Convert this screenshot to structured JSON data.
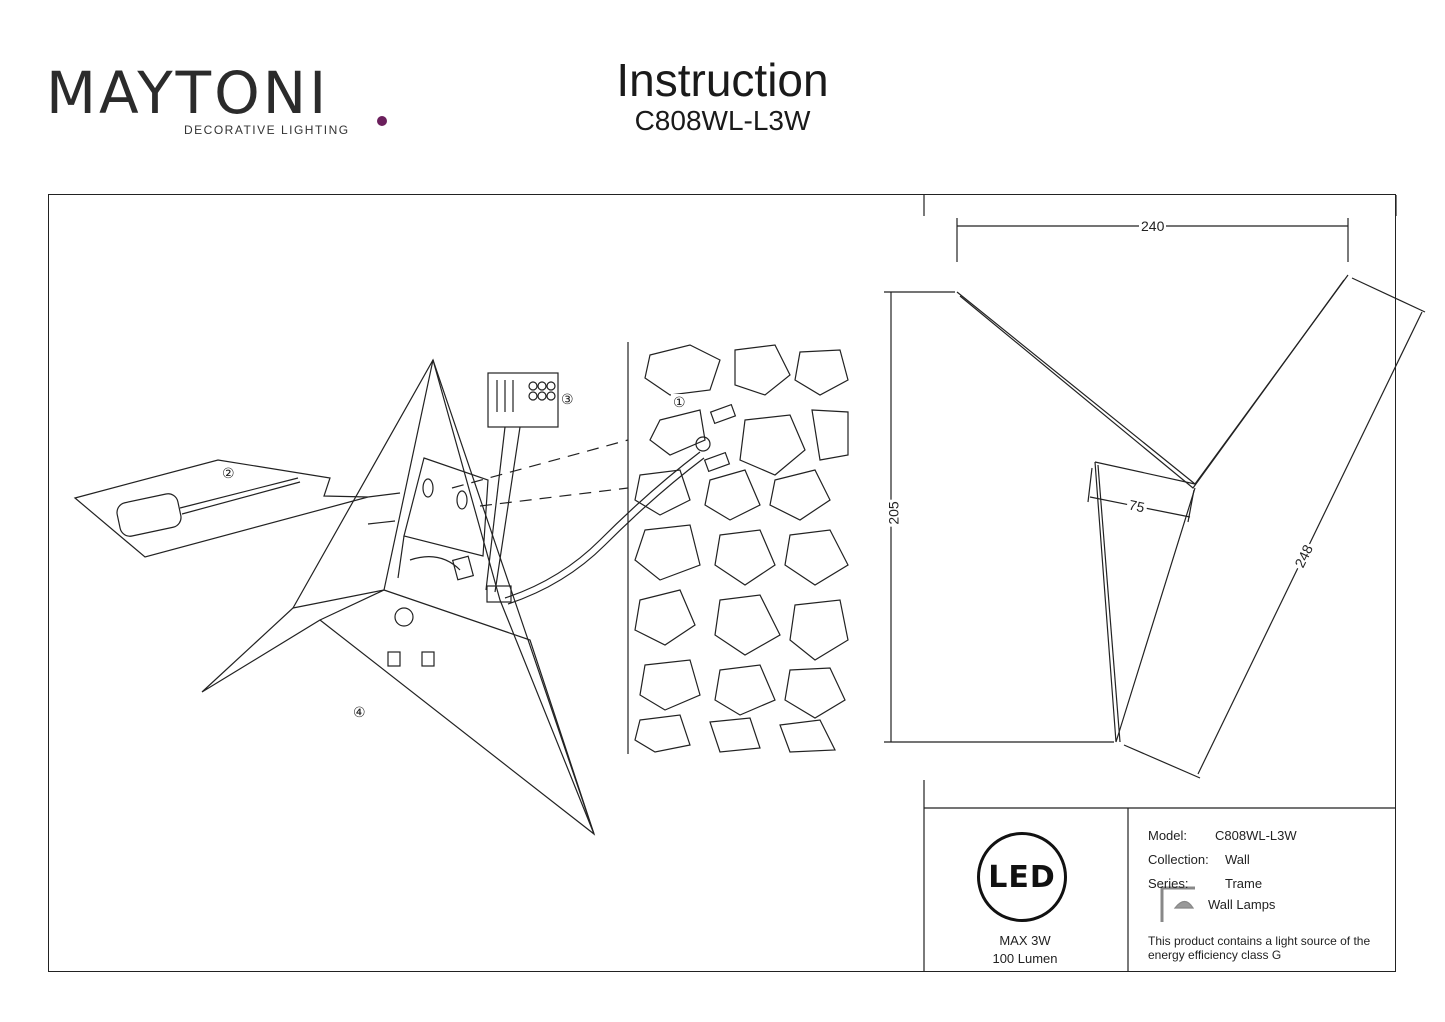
{
  "brand": {
    "name_prefix": "MAYTON",
    "name_suffix": "I",
    "tagline": "DECORATIVE LIGHTING",
    "accent_color": "#6b1f5c"
  },
  "header": {
    "title": "Instruction",
    "model": "C808WL-L3W"
  },
  "dimensions": {
    "width": "240",
    "height": "205",
    "depth": "75",
    "diagonal": "248"
  },
  "steps": {
    "step1": "①",
    "step2": "②",
    "step3": "③",
    "step4": "④"
  },
  "specs": {
    "led_label": "LED",
    "max_power": "MAX 3W",
    "lumen": "100 Lumen",
    "model_label": "Model:",
    "model_value": "C808WL-L3W",
    "collection_label": "Collection:",
    "collection_value": "Wall",
    "series_label": "Series:",
    "series_value": "Trame",
    "category": "Wall Lamps",
    "energy_note_line1": "This product contains a light source of the",
    "energy_note_line2": "energy efficiency class G"
  }
}
